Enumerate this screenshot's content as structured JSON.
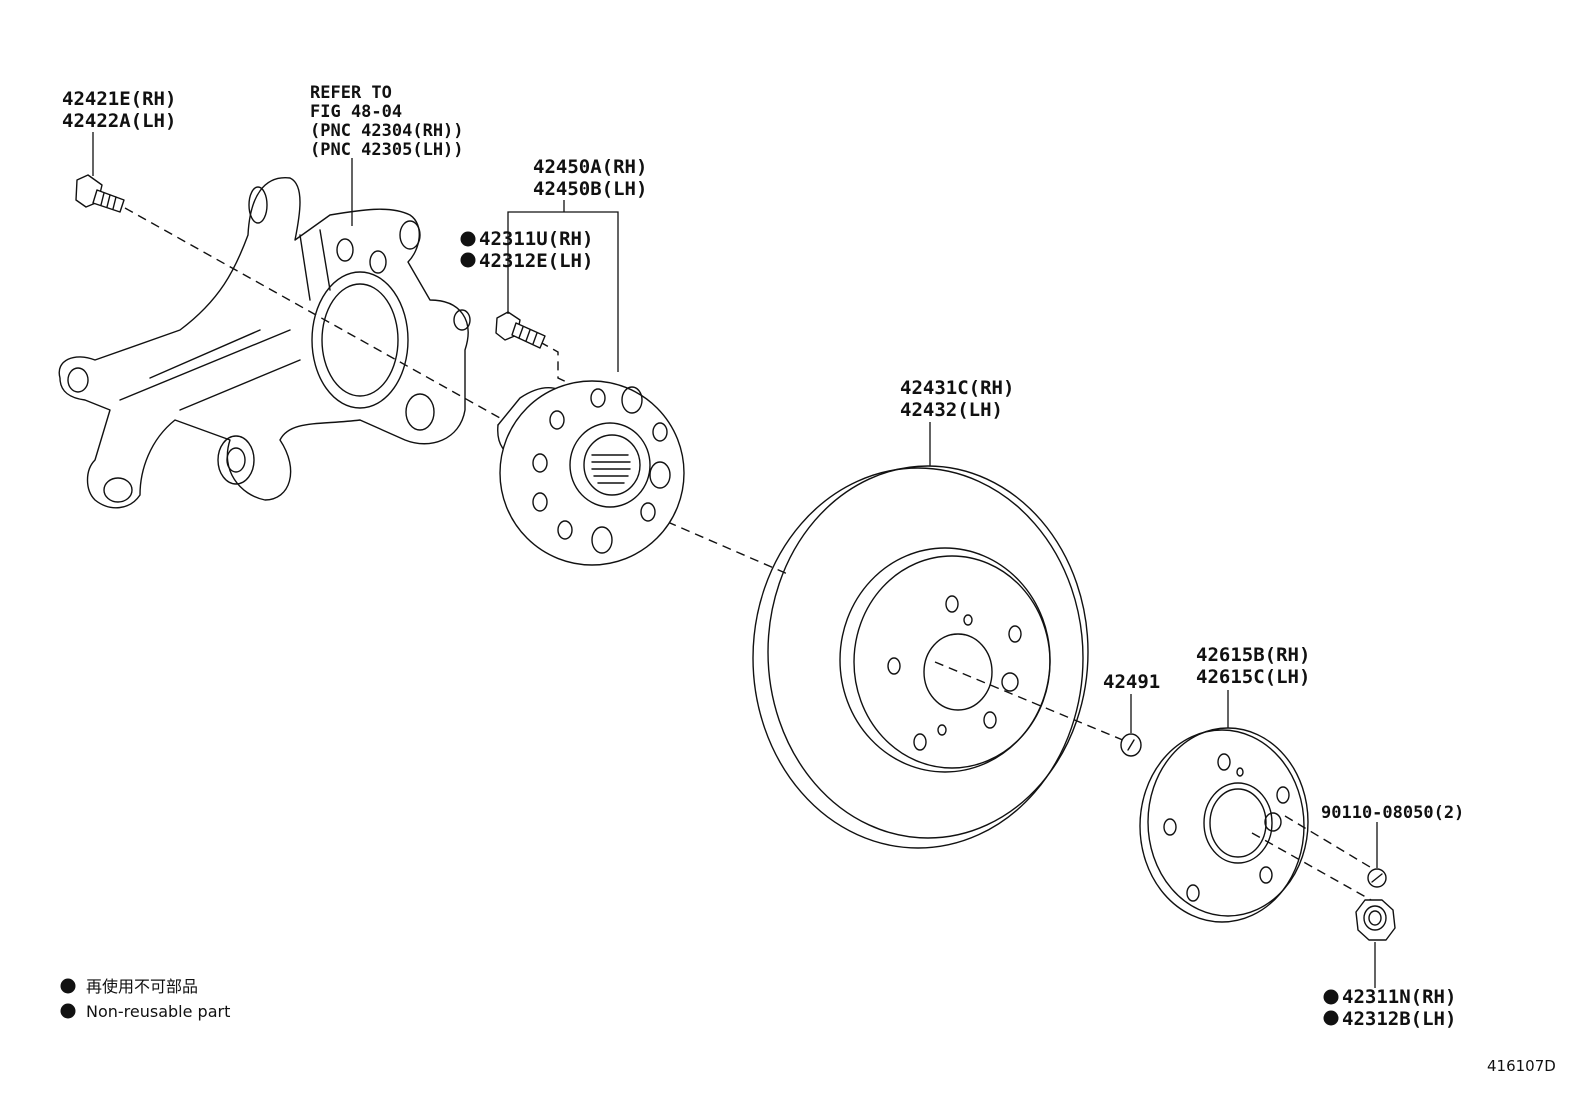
{
  "labels": {
    "knuckle_bolt": [
      "42421E(RH)",
      "42422A(LH)"
    ],
    "knuckle_ref": [
      "REFER TO",
      "FIG 48-04",
      "(PNC 42304(RH))",
      "(PNC 42305(LH))"
    ],
    "hub_bearing": [
      "42450A(RH)",
      "42450B(LH)"
    ],
    "hub_bolt": [
      "42311U(RH)",
      "42312E(LH)"
    ],
    "disc": [
      "42431C(RH)",
      "42432(LH)"
    ],
    "small_part": "42491",
    "spacer_plate": [
      "42615B(RH)",
      "42615C(LH)"
    ],
    "screw": "90110-08050(2)",
    "hub_nut": [
      "42311N(RH)",
      "42312B(LH)"
    ]
  },
  "legend": {
    "items": [
      "再使用不可部品",
      "Non-reusable part"
    ]
  },
  "reference": "416107D"
}
